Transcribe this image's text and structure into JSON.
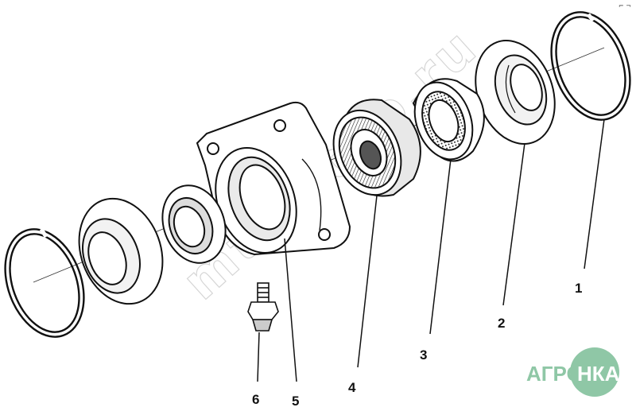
{
  "diagram": {
    "callouts": [
      {
        "id": "1",
        "label": "1"
      },
      {
        "id": "2",
        "label": "2"
      },
      {
        "id": "3",
        "label": "3"
      },
      {
        "id": "4",
        "label": "4"
      },
      {
        "id": "5",
        "label": "5"
      },
      {
        "id": "6",
        "label": "6"
      }
    ],
    "watermark": "mtz-aqro.ru",
    "logo": {
      "text_a": "АГРО",
      "text_b": "НКА",
      "color": "#8fc7a6"
    },
    "corner_mark": "⌐ ¬"
  }
}
